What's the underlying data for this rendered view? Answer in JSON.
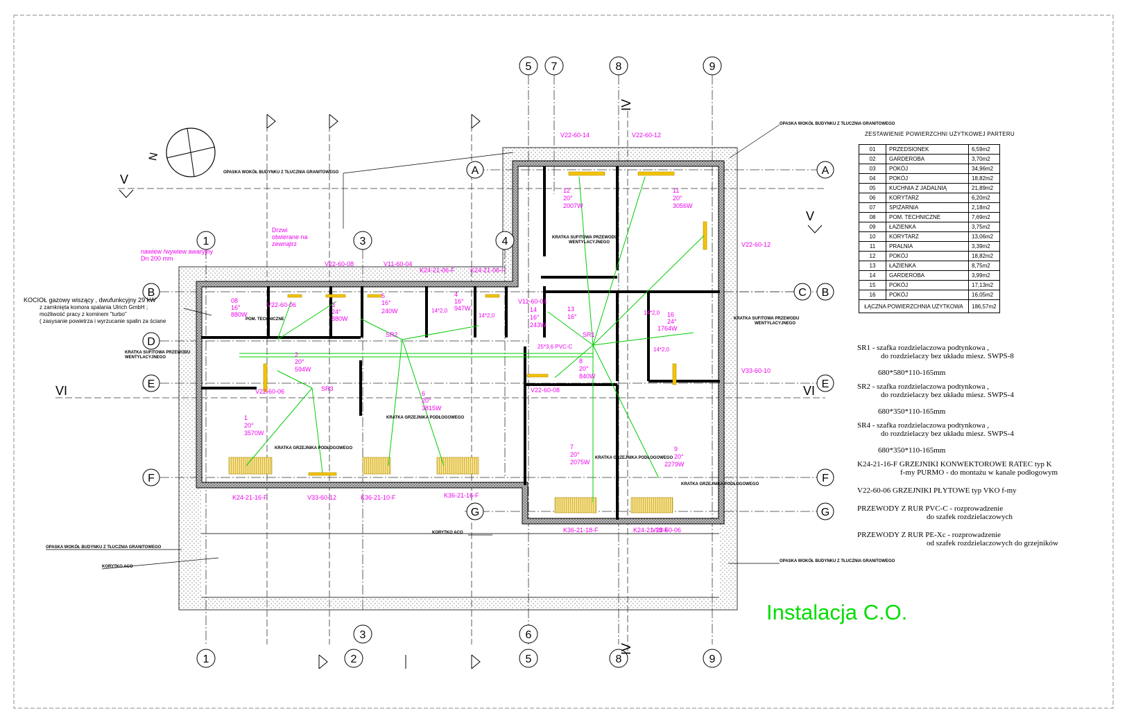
{
  "title": "Instalacja C.O.",
  "colors": {
    "pipe": "#00cc00",
    "label": "#ee00ee",
    "line": "#000000",
    "radiator": "#f5c400",
    "title": "#00dd00"
  },
  "grid": {
    "top": [
      "5",
      "7",
      "8",
      "9"
    ],
    "mid": [
      "1",
      "3",
      "4"
    ],
    "bottom_upper": [
      "3",
      "6"
    ],
    "bottom": [
      "1",
      "2",
      "5",
      "8",
      "9"
    ],
    "left": [
      "B",
      "D",
      "E",
      "F"
    ],
    "right": [
      "A",
      "B",
      "C",
      "E",
      "F",
      "G"
    ],
    "inner": [
      "A",
      "G"
    ]
  },
  "sections": {
    "v": "V",
    "vi": "VI",
    "iv": "IV"
  },
  "area_table": {
    "title": "ZESTAWIENIE POWIERZCHNI UŻYTKOWEJ PARTERU",
    "rows": [
      [
        "01",
        "PRZEDSIONEK",
        "6,59m2"
      ],
      [
        "02",
        "GARDEROBA",
        "3,70m2"
      ],
      [
        "03",
        "POKÓJ",
        "34,96m2"
      ],
      [
        "04",
        "POKÓJ",
        "18,82m2"
      ],
      [
        "05",
        "KUCHNIA Z JADALNIĄ",
        "21,89m2"
      ],
      [
        "06",
        "KORYTARZ",
        "6,20m2"
      ],
      [
        "07",
        "SPIŻARNIA",
        "2,18m2"
      ],
      [
        "08",
        "POM. TECHNICZNE",
        "7,69m2"
      ],
      [
        "09",
        "ŁAZIENKA",
        "3,75m2"
      ],
      [
        "10",
        "KORYTARZ",
        "13,06m2"
      ],
      [
        "11",
        "PRALNIA",
        "3,39m2"
      ],
      [
        "12",
        "POKÓJ",
        "18,82m2"
      ],
      [
        "13",
        "ŁAZIENKA",
        "8,75m2"
      ],
      [
        "14",
        "GARDEROBA",
        "3,99m2"
      ],
      [
        "15",
        "POKÓJ",
        "17,13m2"
      ],
      [
        "16",
        "POKÓJ",
        "16,05m2"
      ]
    ],
    "total_label": "ŁĄCZNA POWIERZCHNIA UŻYTKOWA",
    "total_value": "186,57m2"
  },
  "legend": {
    "sr1": "SR1 - szafka rozdzielaczowa podtynkowa ,",
    "sr1_b": "do rozdzielaczy bez układu miesz. SWPS-8",
    "sr1_dim": "680*580*110-165mm",
    "sr2": "SR2 - szafka rozdzielaczowa podtynkowa ,",
    "sr2_b": "do rozdzielaczy bez układu miesz. SWPS-4",
    "sr2_dim": "680*350*110-165mm",
    "sr4": "SR4 - szafka rozdzielaczowa podtynkowa ,",
    "sr4_b": "do rozdzielaczy bez układu miesz. SWPS-4",
    "sr4_dim": "680*350*110-165mm",
    "k24": "K24-21-16-F GRZEJNIKI KONWEKTOROWE RATEC typ K",
    "k24_b": "f-my PURMO - do montażu w kanale podłogowym",
    "v22": "V22-60-06   GRZEJNIKI PŁYTOWE typ VKO f-my",
    "pvc": "PRZEWODY Z RUR  PVC-C - rozprowadzenie",
    "pvc_b": "do szafek rozdzielaczowych",
    "pex": "PRZEWODY Z RUR  PE-Xc - rozprowadzenie",
    "pex_b": "od szafek rozdzielaczowych do grzejników"
  },
  "notes": {
    "band": "OPASKA WOKÓŁ BUDYNKU Z TŁUCZNIA GRANITOWEGO",
    "vent": "KRATKA SUFITOWA PRZEWODU",
    "vent_b": "WENTYLACYJNEGO",
    "floor_grille": "KRATKA GRZEJNIKA PODŁOGOWEGO",
    "aco": "KORYTKO ACO",
    "door": "Drzwi",
    "door_b": "otwierane na",
    "door_c": "zewnątrz",
    "air": "nawiew /wywiew awaryjny",
    "air_b": "Dn 200 mm",
    "boiler": "KOCIOŁ  gazowy wiszący , dwufunkcyjny 29 kW",
    "boiler_b": "z zamknięta komora spalania  Ulrich GmbH ;",
    "boiler_c": "możliwość pracy z kominem \"turbo\"",
    "boiler_d": "( zasysanie powietrza i wyrzucanie spalin za ściane",
    "tech": "POM. TECHNICZNE"
  },
  "rooms": [
    {
      "no": "08",
      "t": "16°",
      "w": "880W"
    },
    {
      "no": "3",
      "t": "24°",
      "w": "880W"
    },
    {
      "no": "5",
      "t": "16°",
      "w": "240W"
    },
    {
      "no": "4",
      "t": "16°",
      "w": "947W"
    },
    {
      "no": "14",
      "t": "16°",
      "w": "243W"
    },
    {
      "no": "13",
      "t": "16°",
      "w": ""
    },
    {
      "no": "12",
      "t": "20°",
      "w": "2007W"
    },
    {
      "no": "11",
      "t": "20°",
      "w": "3056W"
    },
    {
      "no": "16",
      "t": "24°",
      "w": "1764W"
    },
    {
      "no": "2",
      "t": "20°",
      "w": "594W"
    },
    {
      "no": "6",
      "t": "20°",
      "w": "3815W"
    },
    {
      "no": "8",
      "t": "20°",
      "w": "840W"
    },
    {
      "no": "1",
      "t": "20°",
      "w": "3570W"
    },
    {
      "no": "7",
      "t": "20°",
      "w": "2075W"
    },
    {
      "no": "9",
      "t": "20°",
      "w": "2279W"
    }
  ],
  "radiators": {
    "v22_14": "V22-60-14",
    "v22_12a": "V22-60-12",
    "v22_12b": "V22-60-12",
    "v22_06a": "V22-60-06",
    "v22_06b": "V22-60-06",
    "v22_06c": "V22-60-06",
    "v22_08a": "V22-60-08",
    "v22_08b": "V22-60-08",
    "v11_04a": "V11-60-04",
    "v11_04b": "V11-60-04",
    "v33_10": "V33-60-10",
    "v33_12": "V33-60-12",
    "k24_06a": "K24-21-06-F",
    "k24_06b": "K24-21-06-F",
    "k24_16": "K24-21-16-F",
    "k36_10": "K36-21-10-F",
    "k36_16": "K36-21-16-F",
    "k36_18": "K36-21-18-F",
    "k24_18": "K24-21-18-F"
  },
  "manifolds": {
    "sr1": "SR1",
    "sr2": "SR2",
    "sr3": "SR3"
  },
  "pipes": {
    "pvc": "25*3,6 PVC-C",
    "pex": "14*2,0"
  }
}
